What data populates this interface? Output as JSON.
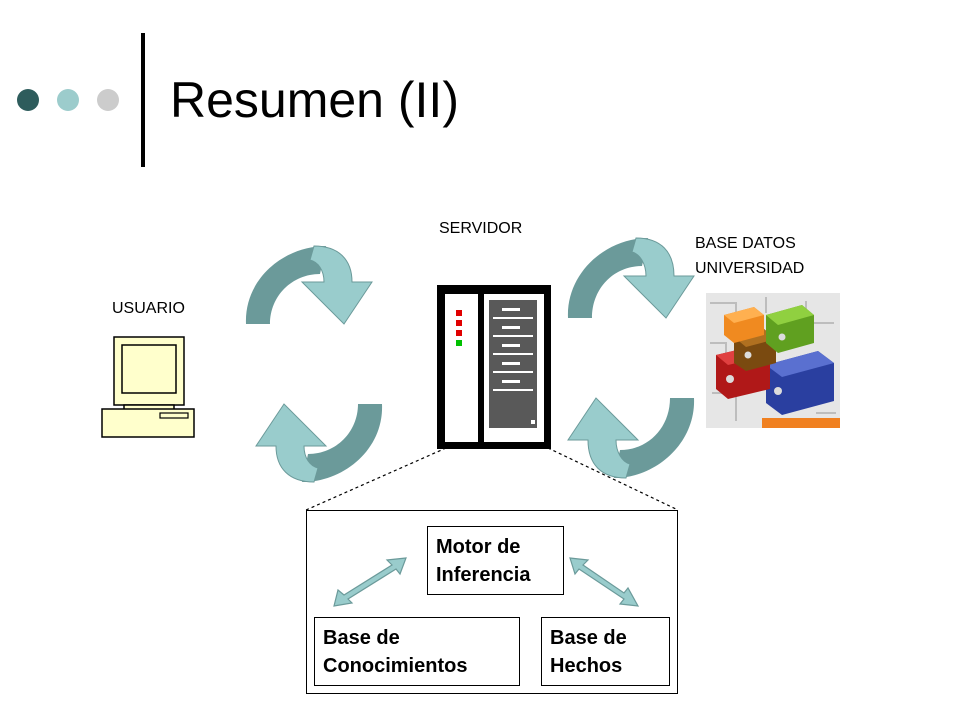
{
  "slide": {
    "title": "Resumen (II)",
    "accent_colors": {
      "dot_1": "#2e5c5c",
      "dot_2": "#9ccccc",
      "dot_3": "#cccccc",
      "arrow_fill": "#99cccc",
      "arrow_shade": "#6b9a9a"
    }
  },
  "diagram": {
    "usuario_label": "USUARIO",
    "servidor_label": "SERVIDOR",
    "base_datos_label_line1": "BASE DATOS",
    "base_datos_label_line2": "UNIVERSIDAD",
    "icons": {
      "usuario": "computer-icon",
      "servidor": "server-icon",
      "base_datos": "database-cabinet-icon"
    },
    "detail_panel": {
      "motor_line1": "Motor de",
      "motor_line2": "Inferencia",
      "conocimientos_line1": "Base de",
      "conocimientos_line2": "Conocimientos",
      "hechos_line1": "Base de",
      "hechos_line2": "Hechos"
    }
  }
}
